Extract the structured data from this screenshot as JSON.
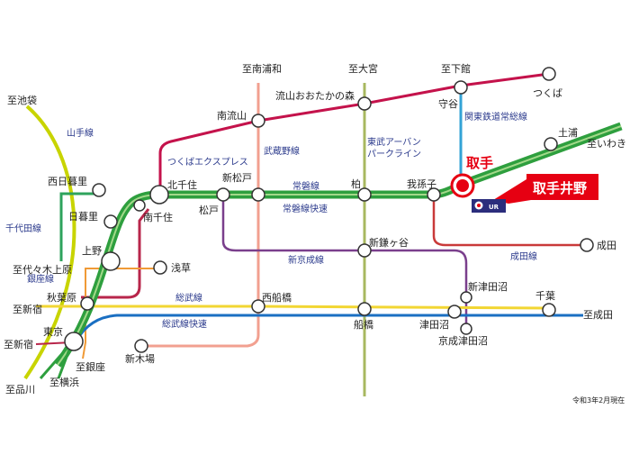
{
  "map": {
    "highlight_color": "#e60012",
    "note": "令和3年2月現在",
    "callout": "取手井野",
    "logo": "UR",
    "stations": {
      "toride": "取手",
      "kitasenju": "北千住",
      "nishinippori": "西日暮里",
      "nippori": "日暮里",
      "minamisenju": "南千住",
      "ueno": "上野",
      "asakusa": "浅草",
      "akihabara": "秋葉原",
      "tokyo": "東京",
      "shinkiba": "新木場",
      "shinmatsudo": "新松戸",
      "matsudo": "松戸",
      "kashiwa": "柏",
      "abiko": "我孫子",
      "minaminagareyama": "南流山",
      "nagareyama_otakanomori": "流山おおたかの森",
      "moriya": "守谷",
      "tsukuba": "つくば",
      "tsuchiura": "土浦",
      "shinkamagaya": "新鎌ヶ谷",
      "shintsudanuma": "新津田沼",
      "chiba": "千葉",
      "nishifunabashi": "西船橋",
      "funabashi": "船橋",
      "tsudanuma": "津田沼",
      "keisei_tsudanuma": "京成津田沼",
      "narita": "成田"
    },
    "destinations": {
      "ikebukuro": "至池袋",
      "minamiurawa": "至南浦和",
      "omiya": "至大宮",
      "shimodate": "至下館",
      "iwaki": "至いわき",
      "yoyogiuehara": "至代々木上原",
      "shinjuku_sobu": "至新宿",
      "shinjuku_marunouchi": "至新宿",
      "ginza": "至銀座",
      "yokohama": "至横浜",
      "shinagawa": "至品川",
      "narita_airport_dir": "至成田"
    },
    "lines": {
      "yamanote": "山手線",
      "chiyoda": "千代田線",
      "ginza": "銀座線",
      "tsukuba_express": "つくばエクスプレス",
      "musashino": "武蔵野線",
      "tobu_urban_park_1": "東武アーバン",
      "tobu_urban_park_2": "パークライン",
      "kanto_joso": "関東鉄道常総線",
      "joban": "常磐線",
      "joban_rapid": "常磐線快速",
      "shinkeisei": "新京成線",
      "narita_line": "成田線",
      "sobu": "総武線",
      "sobu_rapid": "総武線快速"
    },
    "colors": {
      "joban_green": "#2e9f3e",
      "yamanote_yellowgreen": "#c8d400",
      "sobu_yellow": "#f2d633",
      "sobu_rapid_blue": "#1a6fc2",
      "tsukuba_express_red": "#c4124b",
      "musashino_salmon": "#f2a090",
      "tobu_urban_park_olive": "#a8b860",
      "kanto_joso_cyan": "#33a3d6",
      "shinkeisei_purple": "#7a3f8c",
      "narita_line_red": "#c93a3a",
      "ginza_orange": "#f09a36",
      "chiyoda_green": "#2ea35c",
      "hibiya_darkred": "#b8264b"
    }
  }
}
